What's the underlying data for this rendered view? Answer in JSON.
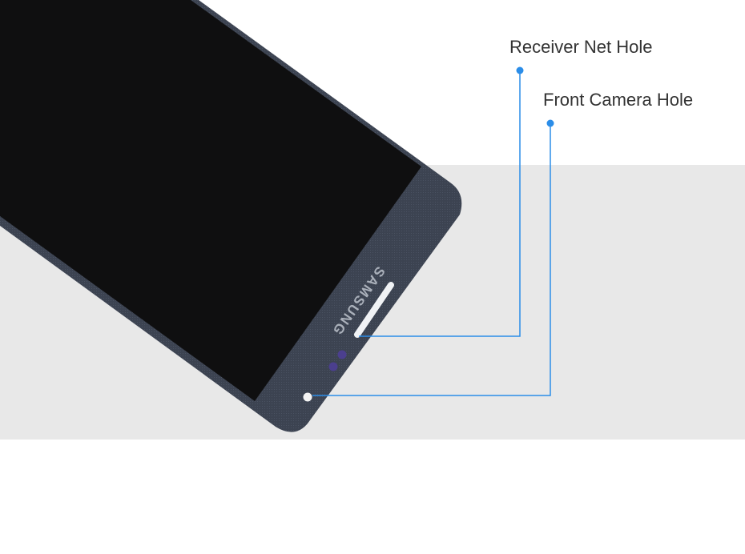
{
  "callouts": {
    "receiver_label": "Receiver Net Hole",
    "camera_label": "Front Camera Hole"
  },
  "phone": {
    "brand_logo": "SAMSUNG",
    "body_color": "#3a4150",
    "screen_color": "#0f0f10"
  },
  "colors": {
    "callout_line": "#2b8de8",
    "backdrop_band": "#e8e8e8",
    "label_text": "#333333"
  }
}
